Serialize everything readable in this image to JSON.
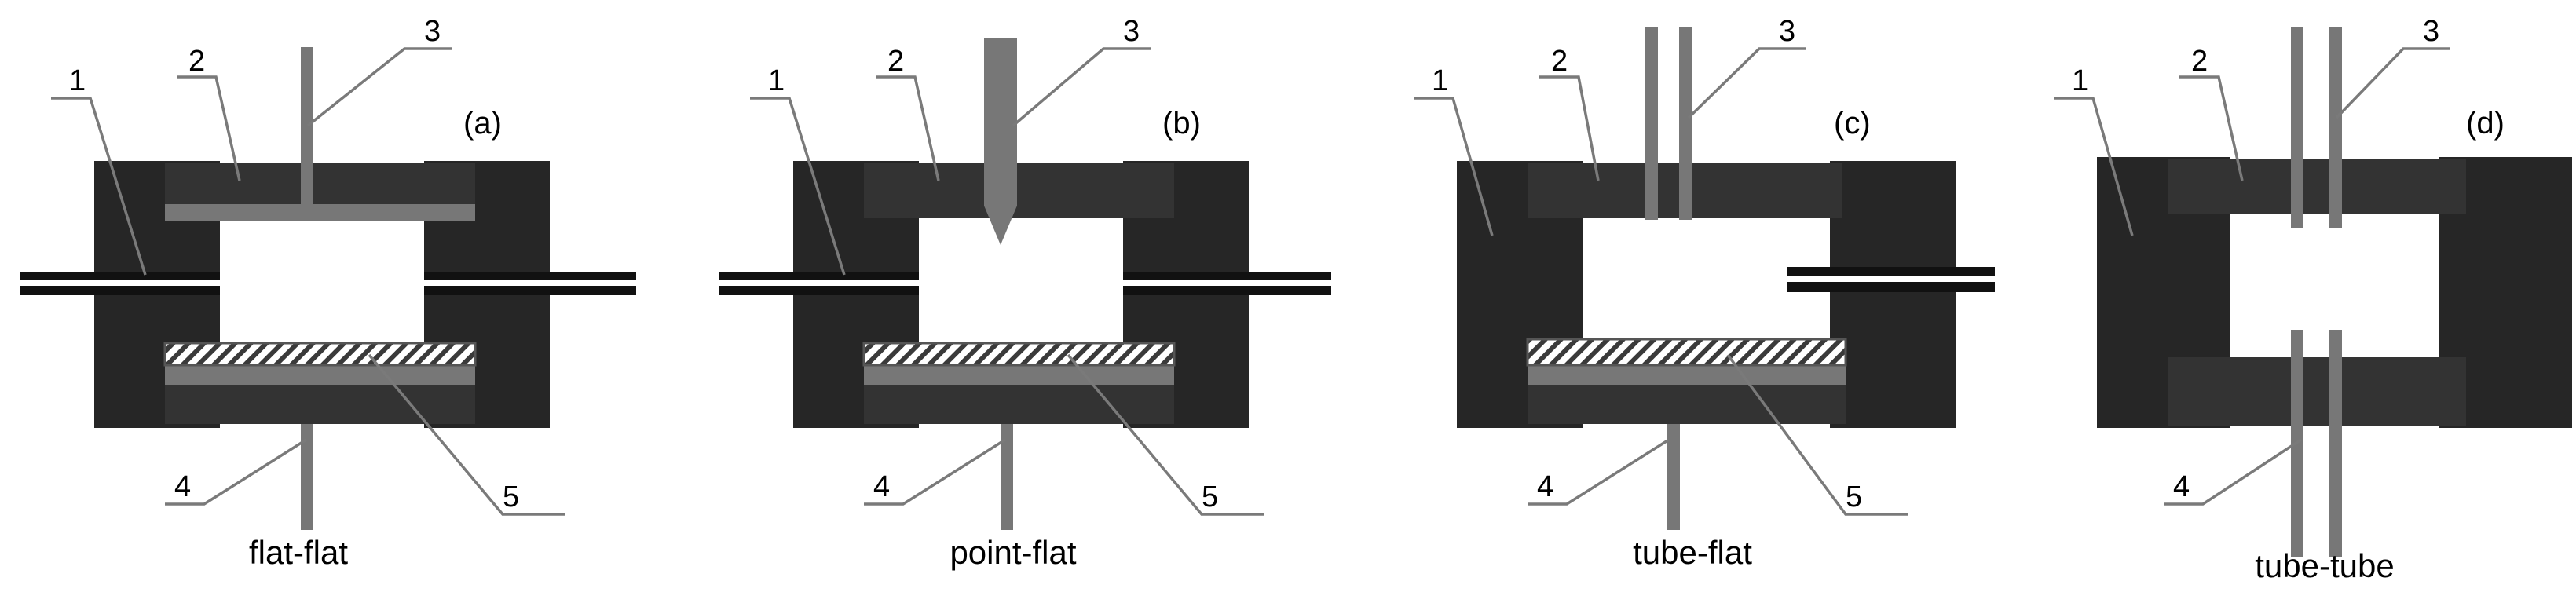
{
  "panels": [
    {
      "id": "a",
      "tag": "(a)",
      "caption": "flat-flat",
      "labels": [
        "1",
        "2",
        "3",
        "4",
        "5"
      ]
    },
    {
      "id": "b",
      "tag": "(b)",
      "caption": "point-flat",
      "labels": [
        "1",
        "2",
        "3",
        "4",
        "5"
      ]
    },
    {
      "id": "c",
      "tag": "(c)",
      "caption": "tube-flat",
      "labels": [
        "1",
        "2",
        "3",
        "4",
        "5"
      ]
    },
    {
      "id": "d",
      "tag": "(d)",
      "caption": "tube-tube",
      "labels": [
        "1",
        "2",
        "3",
        "4"
      ]
    }
  ],
  "colors": {
    "body": "#262626",
    "plate": "#333333",
    "electrode": "#777777",
    "background": "#ffffff"
  }
}
